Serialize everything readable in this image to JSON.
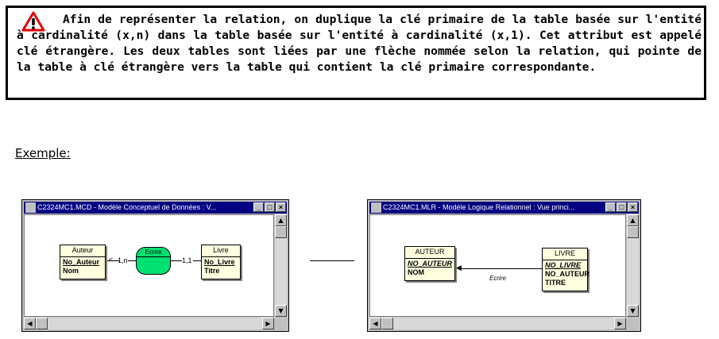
{
  "note": {
    "text": "Afin de représenter la relation, on duplique la clé primaire de la table basée sur l'entité à cardinalité (x,n) dans la table basée sur l'entité à cardinalité (x,1). Cet attribut est appelé clé étrangère. Les deux tables sont liées par une flèche nommée selon la relation, qui pointe de la table à clé étrangère vers la table qui contient la clé primaire correspondante.",
    "icon": "warning-icon"
  },
  "example_label": "Exemple:",
  "mcd_window": {
    "title": "C2324MC1.MCD - Modèle Conceptuel de Données : V...",
    "entity_left": {
      "name": "Auteur",
      "attributes": [
        "No_Auteur",
        "Nom"
      ]
    },
    "entity_right": {
      "name": "Livre",
      "attributes": [
        "No_Livre",
        "Titre"
      ]
    },
    "relation": "Ecrire",
    "card_left": "1,n",
    "card_right": "1,1"
  },
  "mlr_window": {
    "title": "C2324MC1.MLR - Modèle Logique Relationnel : Vue princi...",
    "table_left": {
      "name": "AUTEUR",
      "attributes": [
        "NO_AUTEUR",
        "NOM"
      ]
    },
    "table_right": {
      "name": "LIVRE",
      "attributes": [
        "NO_LIVRE",
        "NO_AUTEUR",
        "TITRE"
      ]
    },
    "link_label": "Ecrire"
  },
  "window_buttons": {
    "minimize": "_",
    "maximize": "□",
    "close": "×"
  },
  "scroll_glyphs": {
    "up": "▲",
    "down": "▼",
    "left": "◀",
    "right": "▶"
  },
  "colors": {
    "titlebar": "#000080",
    "entity_fill": "#ffffe0",
    "relation_fill": "#00e070"
  }
}
